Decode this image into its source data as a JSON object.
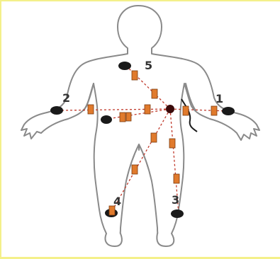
{
  "labels": {
    "point_1": "1",
    "point_2": "2",
    "point_3": "3",
    "point_4": "4",
    "point_5": "5"
  },
  "colors": {
    "body_outline": "#8a8a8a",
    "body_fill": "#ffffff",
    "electrode": "#1a1a1a",
    "hub": "#3a0a0a",
    "resistor": "#e07a2c",
    "wire": "#c0392b",
    "frame": "#f4f08a"
  }
}
